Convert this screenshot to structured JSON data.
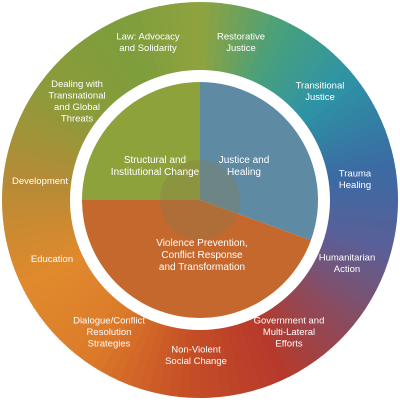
{
  "colors": {
    "olive": "#7e9a37",
    "green": "#5fa24a",
    "teal": "#2fa39a",
    "blue": "#3f6fa7",
    "red": "#b33a2b",
    "orange": "#d9782b",
    "inner_green": "#8aa33a",
    "inner_blue": "#5b86a8",
    "inner_orange": "#c46a2d"
  },
  "inner_segments": [
    {
      "id": "structural",
      "lines": [
        "Structural and",
        "Institutional Change"
      ]
    },
    {
      "id": "justice",
      "lines": [
        "Justice and",
        "Healing"
      ]
    },
    {
      "id": "violence",
      "lines": [
        "Violence Prevention,",
        "Conflict Response",
        "and Transformation"
      ]
    }
  ],
  "outer_labels": [
    {
      "id": "law",
      "lines": [
        "Law: Advocacy",
        "and Solidarity"
      ]
    },
    {
      "id": "restorative",
      "lines": [
        "Restorative",
        "Justice"
      ]
    },
    {
      "id": "transitional",
      "lines": [
        "Transitional",
        "Justice"
      ]
    },
    {
      "id": "trauma",
      "lines": [
        "Trauma",
        "Healing"
      ]
    },
    {
      "id": "humanitarian",
      "lines": [
        "Humanitarian",
        "Action"
      ]
    },
    {
      "id": "government",
      "lines": [
        "Government and",
        "Multi-Lateral",
        "Efforts"
      ]
    },
    {
      "id": "nonviolent",
      "lines": [
        "Non-Violent",
        "Social Change"
      ]
    },
    {
      "id": "dialogue",
      "lines": [
        "Dialogue/Conflict",
        "Resolution",
        "Strategies"
      ]
    },
    {
      "id": "education",
      "lines": [
        "Education"
      ]
    },
    {
      "id": "development",
      "lines": [
        "Development"
      ]
    },
    {
      "id": "dealing",
      "lines": [
        "Dealing with",
        "Transnational",
        "and Global",
        "Threats"
      ]
    }
  ]
}
